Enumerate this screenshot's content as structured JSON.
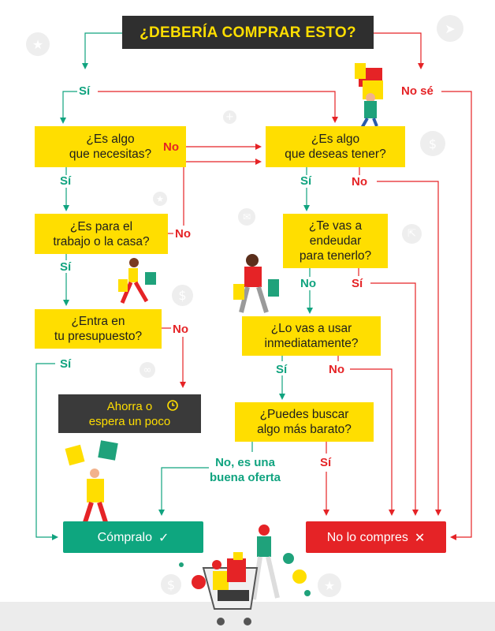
{
  "title": "¿DEBERÍA COMPRAR ESTO?",
  "nodes": {
    "necesitas": "¿Es algo\nque necesitas?",
    "deseas": "¿Es algo\nque deseas tener?",
    "trabajo": "¿Es para el\ntrabajo o la casa?",
    "endeudar": "¿Te vas a\nendeudar\npara tenerlo?",
    "presupuesto": "¿Entra en\ntu presupuesto?",
    "usar": "¿Lo vas a usar\ninmediatamente?",
    "barato": "¿Puedes buscar\nalgo más barato?",
    "ahorra": "Ahorra o\nespera un poco",
    "compralo": "Cómpralo",
    "no_compres": "No lo compres"
  },
  "labels": {
    "si": "Sí",
    "no": "No",
    "no_se": "No sé",
    "buena_oferta": "No, es una\nbuena oferta"
  },
  "icons": {
    "check": "check-icon",
    "cross": "close-icon",
    "clock": "clock-icon"
  },
  "colors": {
    "yes": "#10a37f",
    "no": "#e52326",
    "question_box": "#ffde00",
    "title_box": "#2f2f2f",
    "buy": "#0ea67f",
    "dont_buy": "#e52326"
  }
}
